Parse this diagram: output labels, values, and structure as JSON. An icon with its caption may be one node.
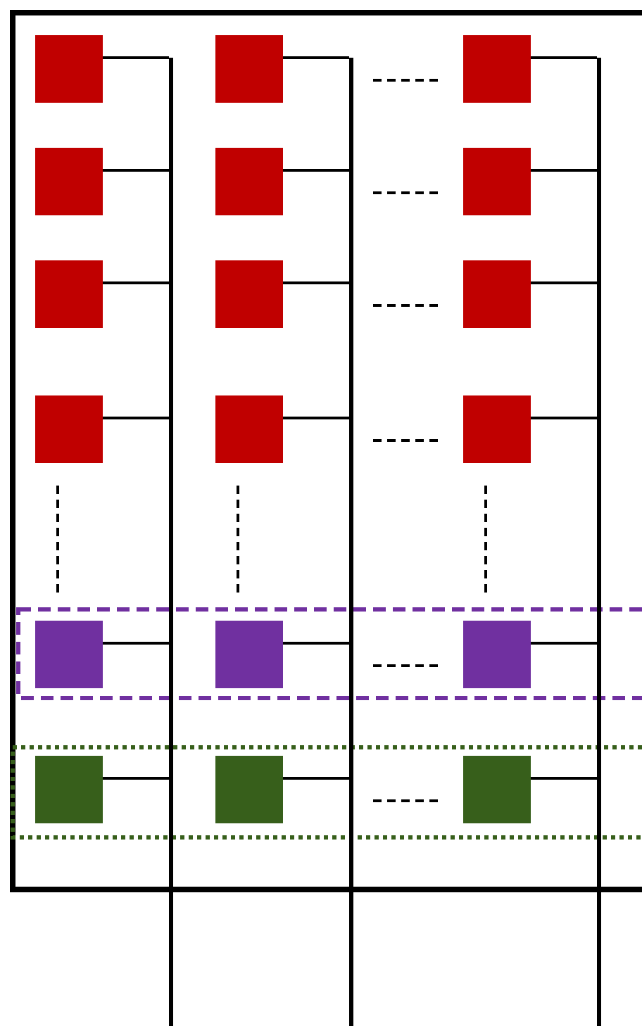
{
  "diagram": {
    "nodes": [
      {
        "text": [],
        "shape": "box"
      },
      {
        "text": [],
        "shape": "box"
      },
      {
        "text": [],
        "shape": "box"
      },
      {
        "text": [],
        "shape": "box"
      },
      {
        "text": [],
        "shape": "box"
      },
      {
        "text": [],
        "shape": "box"
      },
      {
        "text": [],
        "shape": "box"
      },
      {
        "text": [],
        "shape": "box"
      },
      {
        "text": [],
        "shape": "box"
      },
      {
        "text": [],
        "shape": "box"
      },
      {
        "text": [],
        "shape": "box"
      },
      {
        "text": [],
        "shape": "box"
      },
      {
        "text": [],
        "shape": "box"
      },
      {
        "text": [],
        "shape": "box"
      },
      {
        "text": [],
        "shape": "box"
      },
      {
        "text": [],
        "shape": "box"
      },
      {
        "text": [],
        "shape": "box"
      },
      {
        "text": [],
        "shape": "box"
      },
      {
        "text": [],
        "shape": "bar"
      },
      {
        "text": [],
        "shape": "bar"
      },
      {
        "text": [],
        "shape": "bar"
      }
    ],
    "edges": [
      {
        "from": 0,
        "to": 18,
        "arrow": "none"
      },
      {
        "from": 1,
        "to": 19,
        "arrow": "none"
      },
      {
        "from": 2,
        "to": 20,
        "arrow": "none"
      },
      {
        "from": 3,
        "to": 18,
        "arrow": "none"
      },
      {
        "from": 4,
        "to": 19,
        "arrow": "none"
      },
      {
        "from": 5,
        "to": 20,
        "arrow": "none"
      },
      {
        "from": 6,
        "to": 18,
        "arrow": "none"
      },
      {
        "from": 7,
        "to": 19,
        "arrow": "none"
      },
      {
        "from": 8,
        "to": 20,
        "arrow": "none"
      },
      {
        "from": 9,
        "to": 18,
        "arrow": "none"
      },
      {
        "from": 10,
        "to": 19,
        "arrow": "none"
      },
      {
        "from": 11,
        "to": 20,
        "arrow": "none"
      },
      {
        "from": 12,
        "to": 18,
        "arrow": "none"
      },
      {
        "from": 13,
        "to": 19,
        "arrow": "none"
      },
      {
        "from": 14,
        "to": 20,
        "arrow": "none"
      },
      {
        "from": 15,
        "to": 18,
        "arrow": "none"
      },
      {
        "from": 16,
        "to": 19,
        "arrow": "none"
      },
      {
        "from": 17,
        "to": 20,
        "arrow": "none"
      }
    ]
  }
}
